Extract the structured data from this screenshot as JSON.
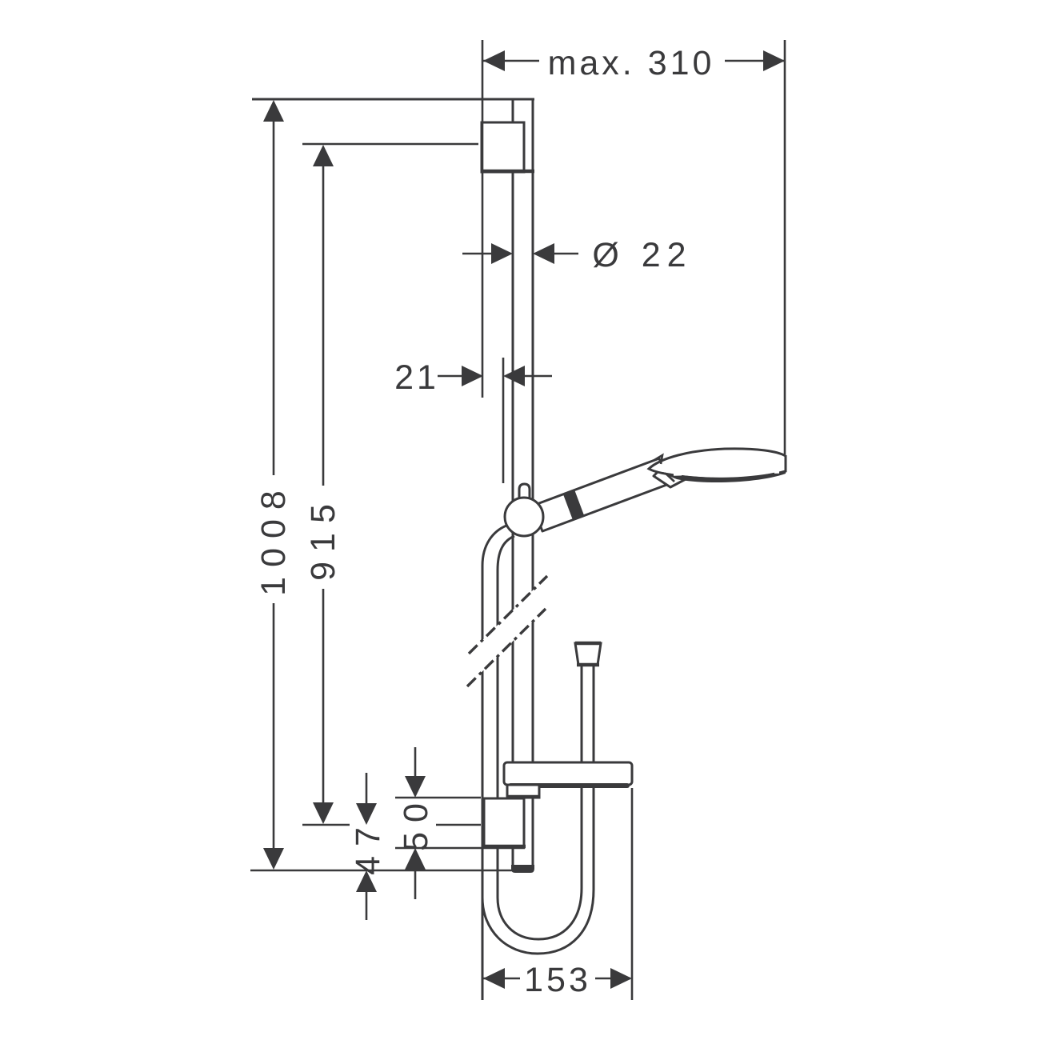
{
  "drawing": {
    "type": "technical-dimension-drawing",
    "subject": "shower rail set with hand shower, hose and soap dish (side view)"
  },
  "colors": {
    "line": "#3a3a3c",
    "background": "#ffffff"
  },
  "dimensions": {
    "max_reach": {
      "label": "max. 310"
    },
    "bar_diameter": {
      "label": "Ø 22"
    },
    "wall_clearance": {
      "label": "21"
    },
    "overall_height": {
      "label": "1008"
    },
    "bar_height": {
      "label": "915"
    },
    "bracket_span": {
      "label": "50"
    },
    "lower_offset": {
      "label": "47"
    },
    "bottom_reach": {
      "label": "153"
    }
  }
}
